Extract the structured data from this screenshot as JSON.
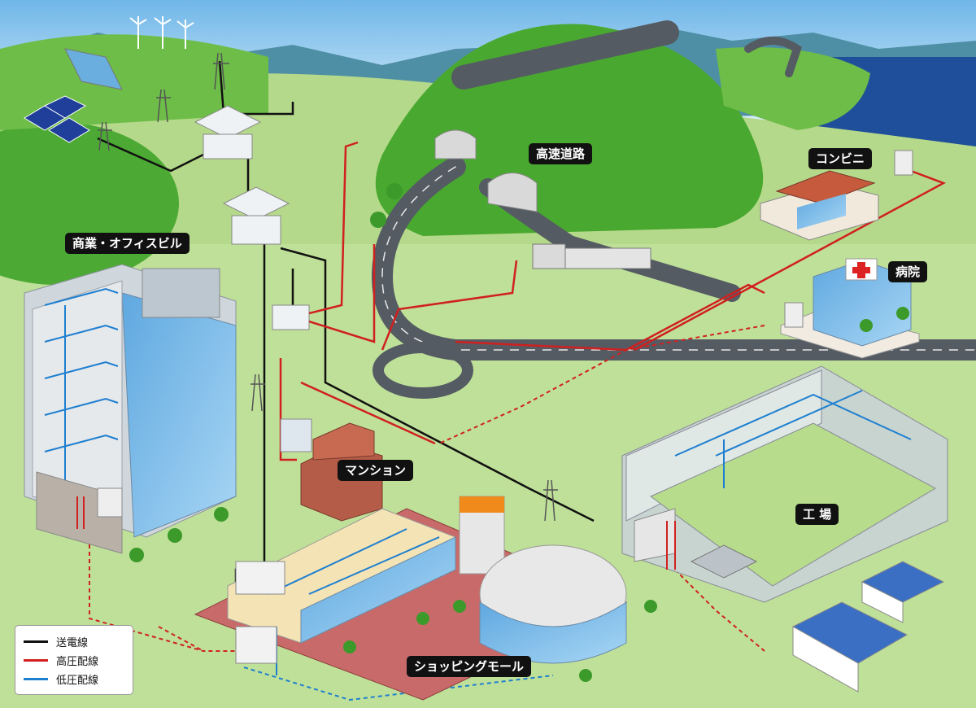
{
  "labels": {
    "highway": "高速道路",
    "convenience_store": "コンビニ",
    "hospital": "病院",
    "office_building": "商業・オフィスビル",
    "apartment": "マンション",
    "factory": "工 場",
    "shopping_mall": "ショッピングモール"
  },
  "legend": [
    {
      "label": "送電線",
      "color": "#111111"
    },
    {
      "label": "高圧配線",
      "color": "#d02020"
    },
    {
      "label": "低圧配線",
      "color": "#1e7fd0"
    }
  ],
  "colors": {
    "transmission": "#111111",
    "high_voltage": "#d02020",
    "low_voltage": "#1e7fd0",
    "ground": "#b5d98a",
    "hill": "#4caa34",
    "sea": "#1f4f9a",
    "road": "#555b63"
  }
}
